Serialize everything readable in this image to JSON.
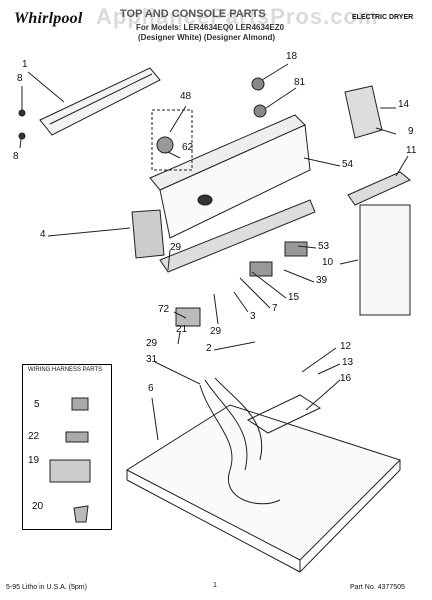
{
  "header": {
    "brand": "Whirlpool",
    "title": "TOP AND CONSOLE PARTS",
    "model_line": "For Models: LER4634EQ0 LER4634EZ0",
    "color_line": "(Designer White)  (Designer Almond)",
    "doc_type": "ELECTRIC DRYER",
    "watermark": "AppliancePartsPros.com"
  },
  "callouts": {
    "n1": "1",
    "n8a": "8",
    "n8b": "8",
    "n18": "18",
    "n81": "81",
    "n48": "48",
    "n62": "62",
    "n14": "14",
    "n9": "9",
    "n54": "54",
    "n11": "11",
    "n4": "4",
    "n29a": "29",
    "n53": "53",
    "n10": "10",
    "n39": "39",
    "n15": "15",
    "n7": "7",
    "n72": "72",
    "n3": "3",
    "n21": "21",
    "n29b": "29",
    "n29c": "29",
    "n2": "2",
    "n31": "31",
    "n12": "12",
    "n13": "13",
    "n16": "16",
    "n6": "6",
    "n5": "5",
    "n22": "22",
    "n19": "19",
    "n20": "20"
  },
  "wiring_box": {
    "title": "WIRING HARNESS PARTS"
  },
  "footer": {
    "left": "5-95 Litho in U.S.A. (5pm)",
    "page": "1",
    "part_no": "Part No. 4377505"
  }
}
